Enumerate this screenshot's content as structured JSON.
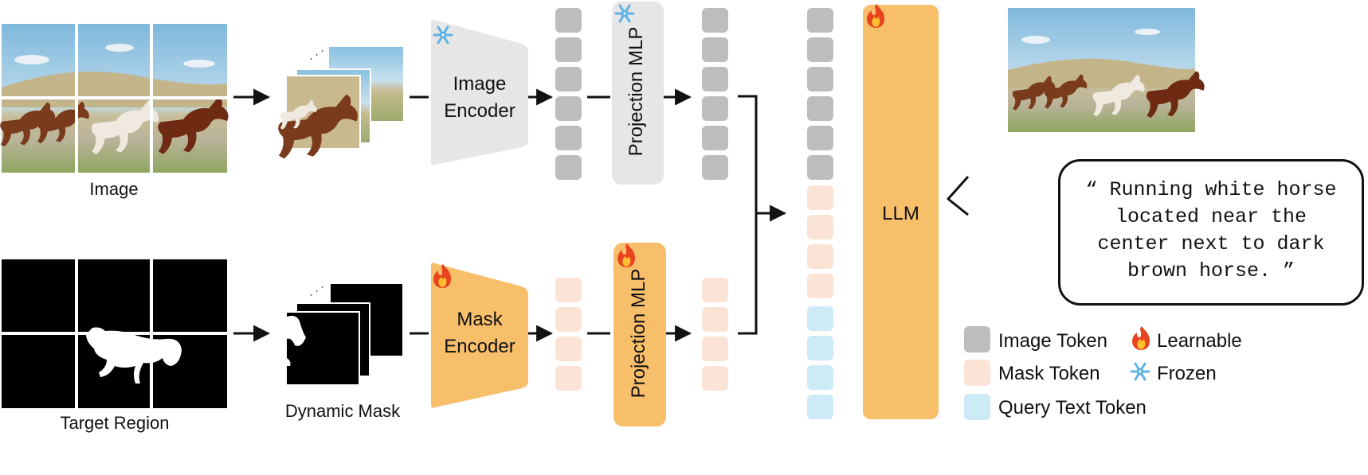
{
  "labels": {
    "image": "Image",
    "target_region": "Target Region",
    "dynamic_mask": "Dynamic Mask",
    "image_encoder": "Image\nEncoder",
    "mask_encoder": "Mask\nEncoder",
    "projection_mlp_top": "Projection MLP",
    "projection_mlp_bottom": "Projection MLP",
    "llm": "LLM",
    "dots": "· · ·"
  },
  "caption": "“ Running white horse\nlocated near the\ncenter next to dark\nbrown horse. ”",
  "legend": {
    "image_token": "Image Token",
    "mask_token": "Mask Token",
    "query_text_token": "Query Text Token",
    "learnable": "Learnable",
    "frozen": "Frozen"
  },
  "icons": {
    "learnable": "fire-icon",
    "frozen": "snowflake-icon"
  },
  "colors": {
    "image_token": "#bdbdbd",
    "mask_token": "#fbe3d6",
    "query_text_token": "#cdeaf7",
    "learnable_module": "#f8bf6b",
    "frozen_module": "#e6e6e6",
    "sky": "#8ec3e0",
    "grass": "#9ba86d"
  }
}
